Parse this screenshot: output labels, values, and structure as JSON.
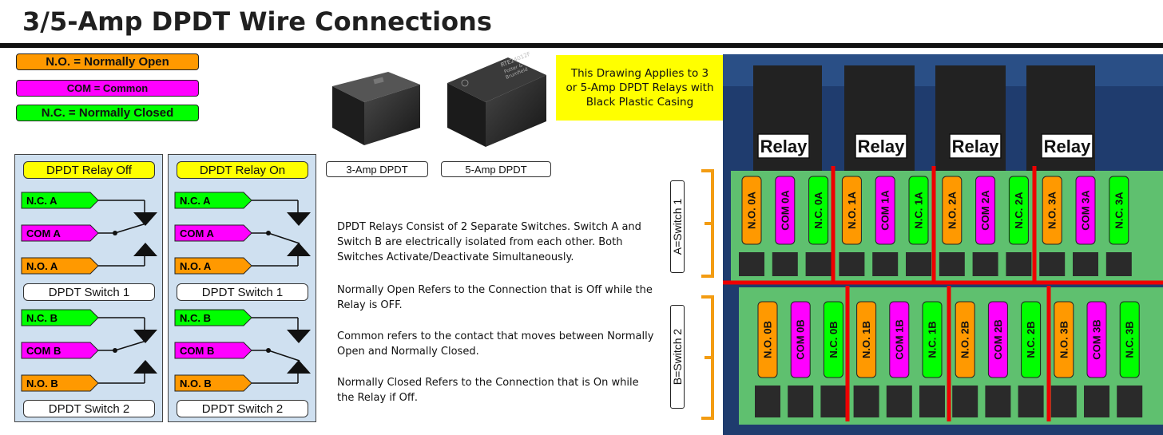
{
  "title": "3/5-Amp DPDT Wire Connections",
  "legend": {
    "no": "N.O. = Normally Open",
    "com": "COM = Common",
    "nc": "N.C. = Normally Closed"
  },
  "relay_off": {
    "title": "DPDT Relay Off",
    "sw1": {
      "nc": "N.C. A",
      "com": "COM A",
      "no": "N.O. A",
      "label": "DPDT Switch 1"
    },
    "sw2": {
      "nc": "N.C. B",
      "com": "COM B",
      "no": "N.O. B",
      "label": "DPDT Switch 2"
    }
  },
  "relay_on": {
    "title": "DPDT Relay On",
    "sw1": {
      "nc": "N.C. A",
      "com": "COM A",
      "no": "N.O. A",
      "label": "DPDT Switch 1"
    },
    "sw2": {
      "nc": "N.C. B",
      "com": "COM B",
      "no": "N.O. B",
      "label": "DPDT Switch 2"
    }
  },
  "photos": {
    "relay3_caption": "3-Amp DPDT",
    "relay5_caption": "5-Amp DPDT",
    "relay5_marking_1": "RTE24012F",
    "relay5_marking_2": "Potter &",
    "relay5_marking_3": "Brumfield"
  },
  "note": "This Drawing Applies to 3 or 5-Amp DPDT Relays with Black Plastic Casing",
  "paragraphs": {
    "p1": "DPDT Relays Consist of 2 Separate Switches.  Switch A and Switch B are electrically isolated from each other.  Both Switches Activate/Deactivate Simultaneously.",
    "p2": "Normally Open Refers to the Connection that is Off while the Relay is OFF.",
    "p3": "Common refers to the contact that moves between Normally Open and Normally Closed.",
    "p4": "Normally Closed Refers to the Connection that is On while the Relay if Off."
  },
  "board": {
    "relay_label": "Relay",
    "side_a": "A=Switch 1",
    "side_b": "B=Switch 2",
    "row_a": [
      "N.O. 0A",
      "COM 0A",
      "N.C. 0A",
      "N.O. 1A",
      "COM 1A",
      "N.C. 1A",
      "N.O. 2A",
      "COM 2A",
      "N.C. 2A",
      "N.O. 3A",
      "COM 3A",
      "N.C. 3A"
    ],
    "row_b": [
      "N.O. 0B",
      "COM 0B",
      "N.C. 0B",
      "N.O. 1B",
      "COM 1B",
      "N.C. 1B",
      "N.O. 2B",
      "COM 2B",
      "N.C. 2B",
      "N.O. 3B",
      "COM 3B",
      "N.C. 3B"
    ]
  },
  "colors": {
    "no": "#ff9900",
    "com": "#ff00ff",
    "nc": "#00ff00",
    "highlight": "#ffff00",
    "panel": "#cfe0f0",
    "terminal": "#5fc06f",
    "divider": "#ee0000",
    "bracket": "#f39c12"
  }
}
